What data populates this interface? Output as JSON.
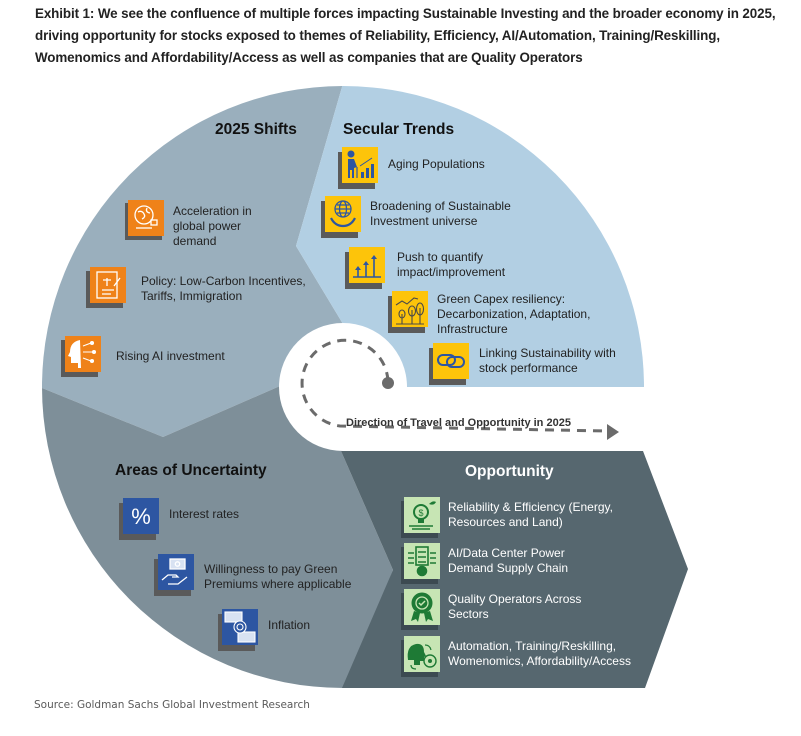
{
  "title": "Exhibit 1: We see the confluence of multiple forces impacting Sustainable Investing and the broader economy in 2025, driving opportunity for stocks exposed to themes of Reliability, Efficiency, AI/Automation, Training/Reskilling, Womenomics and Affordability/Access as well as companies that are Quality Operators",
  "source": "Source: Goldman Sachs Global Investment Research",
  "colors": {
    "shifts": "#9aafbd",
    "secular": "#b2cfe3",
    "uncertainty": "#7e8f99",
    "opportunity": "#56676f",
    "orange_icon": "#ef8219",
    "yellow_icon": "#fdc40a",
    "blue_icon": "#2d56a2",
    "green_icon": "#c7e5b4",
    "green_glyph": "#1e7a35",
    "shadow": "#5a5a5a"
  },
  "direction_label": "Direction of Travel and Opportunity in 2025",
  "sections": {
    "shifts": {
      "title": "2025 Shifts",
      "items": [
        {
          "icon": "globe-plug-icon",
          "lines": [
            "Acceleration in",
            "global power",
            "demand"
          ]
        },
        {
          "icon": "policy-document-icon",
          "lines": [
            "Policy: Low-Carbon Incentives,",
            "Tariffs, Immigration"
          ]
        },
        {
          "icon": "ai-head-icon",
          "lines": [
            "Rising AI investment"
          ]
        }
      ]
    },
    "secular": {
      "title": "Secular Trends",
      "items": [
        {
          "icon": "aging-person-icon",
          "lines": [
            "Aging Populations"
          ]
        },
        {
          "icon": "globe-hands-icon",
          "lines": [
            "Broadening of Sustainable",
            "Investment universe"
          ]
        },
        {
          "icon": "rising-arrows-icon",
          "lines": [
            "Push to quantify",
            "impact/improvement"
          ]
        },
        {
          "icon": "green-growth-icon",
          "lines": [
            "Green Capex resiliency:",
            "Decarbonization, Adaptation,",
            "Infrastructure"
          ]
        },
        {
          "icon": "chain-link-icon",
          "lines": [
            "Linking Sustainability with",
            "stock performance"
          ]
        }
      ]
    },
    "uncertainty": {
      "title": "Areas of Uncertainty",
      "items": [
        {
          "icon": "percent-icon",
          "lines": [
            "Interest rates"
          ]
        },
        {
          "icon": "money-hand-icon",
          "lines": [
            "Willingness to pay Green",
            "Premiums where applicable"
          ]
        },
        {
          "icon": "money-exchange-icon",
          "lines": [
            "Inflation"
          ]
        }
      ]
    },
    "opportunity": {
      "title": "Opportunity",
      "items": [
        {
          "icon": "lightbulb-leaf-icon",
          "lines": [
            "Reliability & Efficiency (Energy,",
            "Resources and Land)"
          ]
        },
        {
          "icon": "data-center-gear-icon",
          "lines": [
            "AI/Data Center Power",
            "Demand Supply Chain"
          ]
        },
        {
          "icon": "quality-badge-icon",
          "lines": [
            "Quality Operators Across",
            "Sectors"
          ]
        },
        {
          "icon": "head-automation-icon",
          "lines": [
            "Automation, Training/Reskilling,",
            "Womenomics, Affordability/Access"
          ]
        }
      ]
    }
  }
}
